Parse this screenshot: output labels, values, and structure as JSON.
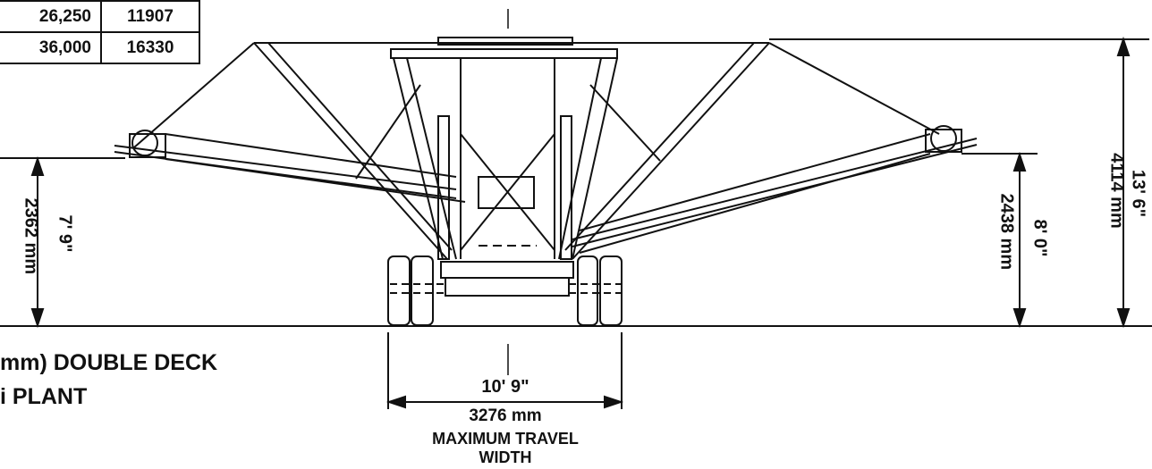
{
  "table": {
    "rows": [
      {
        "lb": "26,250",
        "kg": "11907"
      },
      {
        "lb": "36,000",
        "kg": "16330"
      }
    ]
  },
  "title": {
    "line1": "mm) DOUBLE DECK",
    "line2": "i PLANT"
  },
  "dimensions": {
    "left_height_imperial": "7' 9\"",
    "left_height_metric": "2362 mm",
    "right_height_imperial": "8' 0\"",
    "right_height_metric": "2438 mm",
    "overall_height_imperial": "13' 6\"",
    "overall_height_metric": "4114 mm",
    "width_imperial": "10' 9\"",
    "width_metric": "3276 mm",
    "width_caption_line1": "MAXIMUM TRAVEL",
    "width_caption_line2": "WIDTH"
  },
  "colors": {
    "ink": "#111111",
    "paper": "#ffffff"
  }
}
